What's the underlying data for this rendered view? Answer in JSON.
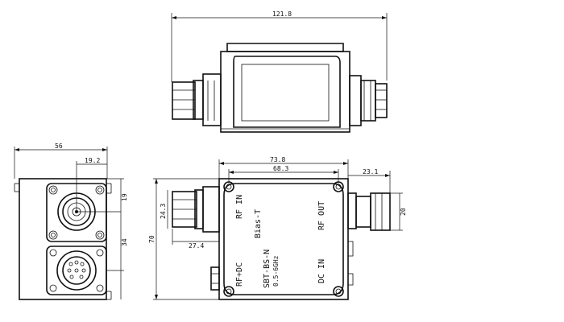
{
  "dimensions": {
    "top_overall": "121.8",
    "side_width": "56",
    "side_offset": "19.2",
    "side_right_a": "19",
    "side_right_b": "34",
    "overall_height": "70",
    "front_outer": "73.8",
    "front_inner": "68.3",
    "front_right": "23.1",
    "front_conn_height": "24.3",
    "front_left_offset": "27.4",
    "front_right_height": "20"
  },
  "labels": {
    "rf_in": "RF IN",
    "bias_tee": "Bias-T",
    "model": "SBT-BS-N",
    "model_sub": "0.5-6GHz",
    "rf_dc": "RF+DC",
    "dc_in": "DC IN",
    "rf_out": "RF OUT"
  }
}
